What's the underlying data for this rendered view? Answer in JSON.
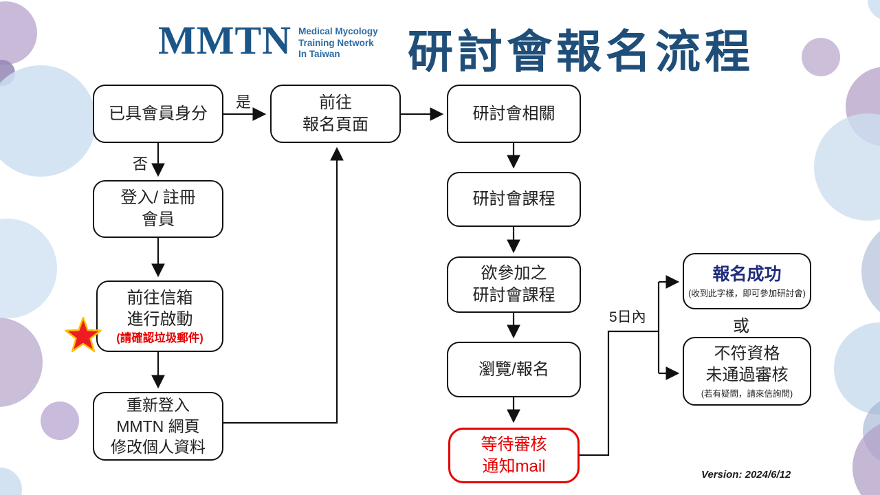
{
  "header": {
    "logo_text": "MMTN",
    "logo_tagline_lines": [
      "Medical Mycology",
      "Training Network",
      "In Taiwan"
    ],
    "title": "研討會報名流程"
  },
  "flow": {
    "nodes": {
      "member_status": {
        "lines": [
          "已具會員身分"
        ]
      },
      "go_register_page": {
        "lines": [
          "前往",
          "報名頁面"
        ]
      },
      "seminar_related": {
        "lines": [
          "研討會相關"
        ]
      },
      "login_register": {
        "lines": [
          "登入/ 註冊",
          "會員"
        ]
      },
      "activate_mail": {
        "lines": [
          "前往信箱",
          "進行啟動"
        ],
        "note": "(請確認垃圾郵件)"
      },
      "relogin": {
        "lines": [
          "重新登入",
          "MMTN 網頁",
          "修改個人資料"
        ]
      },
      "seminar_courses": {
        "lines": [
          "研討會課程"
        ]
      },
      "desired_course": {
        "lines": [
          "欲參加之",
          "研討會課程"
        ]
      },
      "browse_register": {
        "lines": [
          "瀏覽/報名"
        ]
      },
      "wait_review": {
        "lines": [
          "等待審核",
          "通知mail"
        ]
      },
      "success": {
        "title": "報名成功",
        "note": "(收到此字樣，即可參加研討會)"
      },
      "rejected": {
        "lines": [
          "不符資格",
          "未通過審核"
        ],
        "note": "(若有疑問，請來信詢問)"
      }
    },
    "labels": {
      "yes": "是",
      "no": "否",
      "within_5_days": "5日內",
      "or": "或"
    }
  },
  "footer": {
    "version": "Version: 2024/6/12"
  },
  "colors": {
    "brand": "#1F4E79",
    "logo": "#1C5688",
    "tagline": "#2E6DA4",
    "navy": "#1F2D7B",
    "red": "#E60000",
    "star_gold": "#FFC000"
  }
}
